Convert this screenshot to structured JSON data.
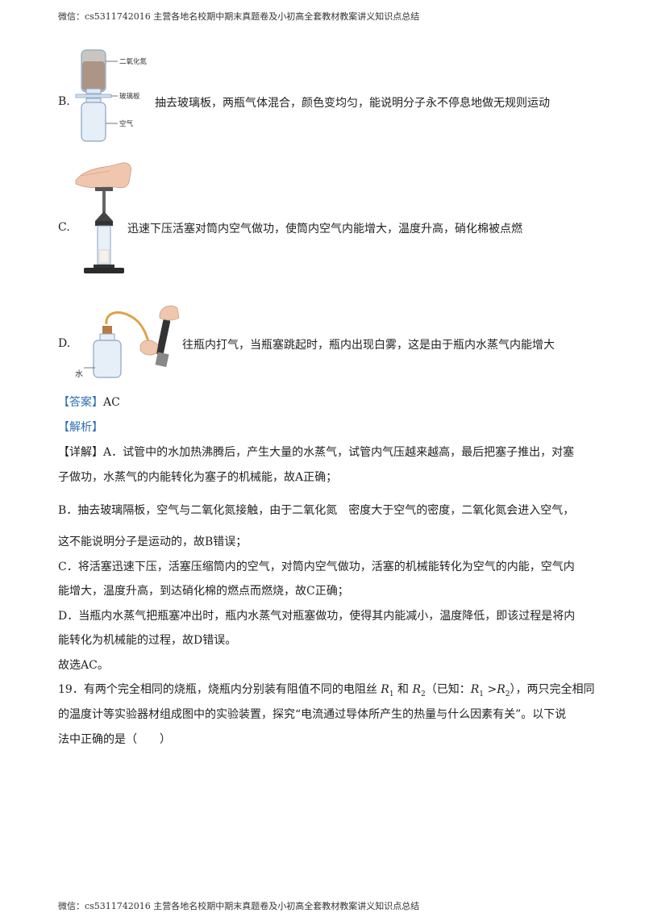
{
  "header": {
    "text": "微信：cs5311742016 主营各地名校期中期末真题卷及小初高全套教材教案讲义知识点总结"
  },
  "footer": {
    "text": "微信：cs5311742016 主营各地名校期中期末真题卷及小初高全套教材教案讲义知识点总结"
  },
  "options": {
    "b": {
      "letter": "B.",
      "text": "抽去玻璃板，两瓶气体混合，颜色变均匀，能说明分子永不停息地做无规则运动",
      "labels": {
        "top": "二氧化氮",
        "mid": "玻璃板",
        "bottom": "空气"
      }
    },
    "c": {
      "letter": "C.",
      "text": "迅速下压活塞对筒内空气做功，使筒内空气内能增大，温度升高，硝化棉被点燃"
    },
    "d": {
      "letter": "D.",
      "text": "往瓶内打气，当瓶塞跳起时，瓶内出现白雾，这是由于瓶内水蒸气内能增大",
      "labels": {
        "water": "水"
      }
    }
  },
  "answer": {
    "tag": "【答案】",
    "value": "AC"
  },
  "analysis": {
    "tag": "【解析】"
  },
  "detail": {
    "tag": "【详解】",
    "a1": "A．试管中的水加热沸腾后，产生大量的水蒸气，试管内气压越来越高，最后把塞子推出，对塞",
    "a2": "子做功，水蒸气的内能转化为塞子的机械能，故A正确；",
    "b1": "B．抽去玻璃隔板，空气与二氧化氮接触，由于二氧化氮　密度大于空气的密度，二氧化氮会进入空气，",
    "b2": "这不能说明分子是运动的，故B错误；",
    "c1": "C．将活塞迅速下压，活塞压缩筒内的空气，对筒内空气做功，活塞的机械能转化为空气的内能，空气内",
    "c2": "能增大，温度升高，到达硝化棉的燃点而燃烧，故C正确；",
    "d1": "D．当瓶内水蒸气把瓶塞冲出时，瓶内水蒸气对瓶塞做功，使得其内能减小，温度降低，即该过程是将内",
    "d2": "能转化为机械能的过程，故D错误。",
    "conclusion": "故选AC。"
  },
  "q19": {
    "l1_a": "19．有两个完全相同的烧瓶，烧瓶内分别装有阻值不同的电阻丝",
    "r": "R",
    "s1": "1",
    "s2": "2",
    "and": " 和 ",
    "known_open": "（已知：",
    "gt": " >",
    "known_close": "），两只完全相同",
    "l2": "的温度计等实验器材组成图中的实验装置，探究“电流通过导体所产生的热量与什么因素有关”。以下说",
    "l3": "法中正确的是（　　）"
  }
}
